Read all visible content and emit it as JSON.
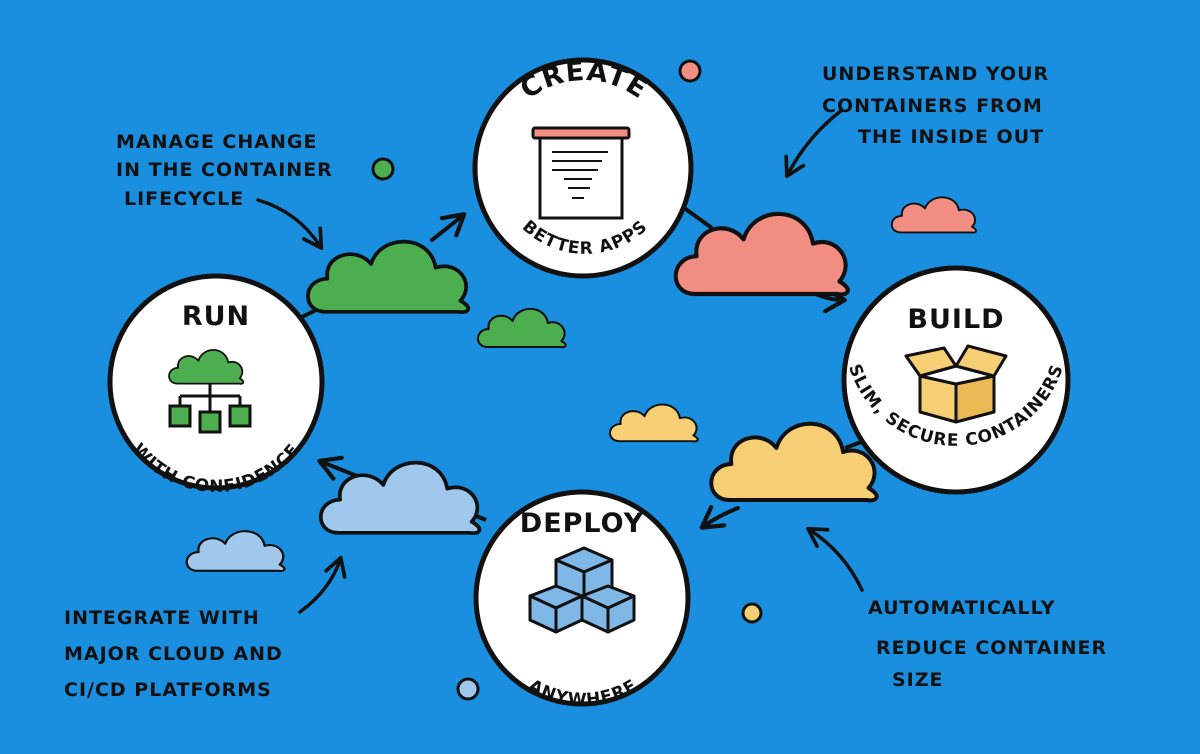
{
  "stages": {
    "create": {
      "title": "CREATE",
      "subtitle": "BETTER APPS"
    },
    "build": {
      "title": "BUILD",
      "subtitle": "SLIM, SECURE CONTAINERS"
    },
    "deploy": {
      "title": "DEPLOY",
      "subtitle": "ANYWHERE"
    },
    "run": {
      "title": "RUN",
      "subtitle": "WITH CONFIDENCE"
    }
  },
  "notes": {
    "manage": [
      "MANAGE CHANGE",
      "IN THE CONTAINER",
      "LIFECYCLE"
    ],
    "understand": [
      "UNDERSTAND YOUR",
      "CONTAINERS FROM",
      "THE INSIDE OUT"
    ],
    "reduce": [
      "AUTOMATICALLY",
      "REDUCE CONTAINER",
      "SIZE"
    ],
    "integrate": [
      "INTEGRATE WITH",
      "MAJOR CLOUD AND",
      "CI/CD PLATFORMS"
    ]
  },
  "colors": {
    "background": "#1a8fe0",
    "green": "#4cae4f",
    "coral": "#f28d82",
    "yellow": "#f6cf74",
    "lightblue": "#9fc8ec",
    "circle": "#ffffff",
    "outline": "#111111"
  },
  "icons": {
    "create": "document-icon",
    "build": "open-box-icon",
    "deploy": "stacked-cubes-icon",
    "run": "cloud-network-icon"
  }
}
